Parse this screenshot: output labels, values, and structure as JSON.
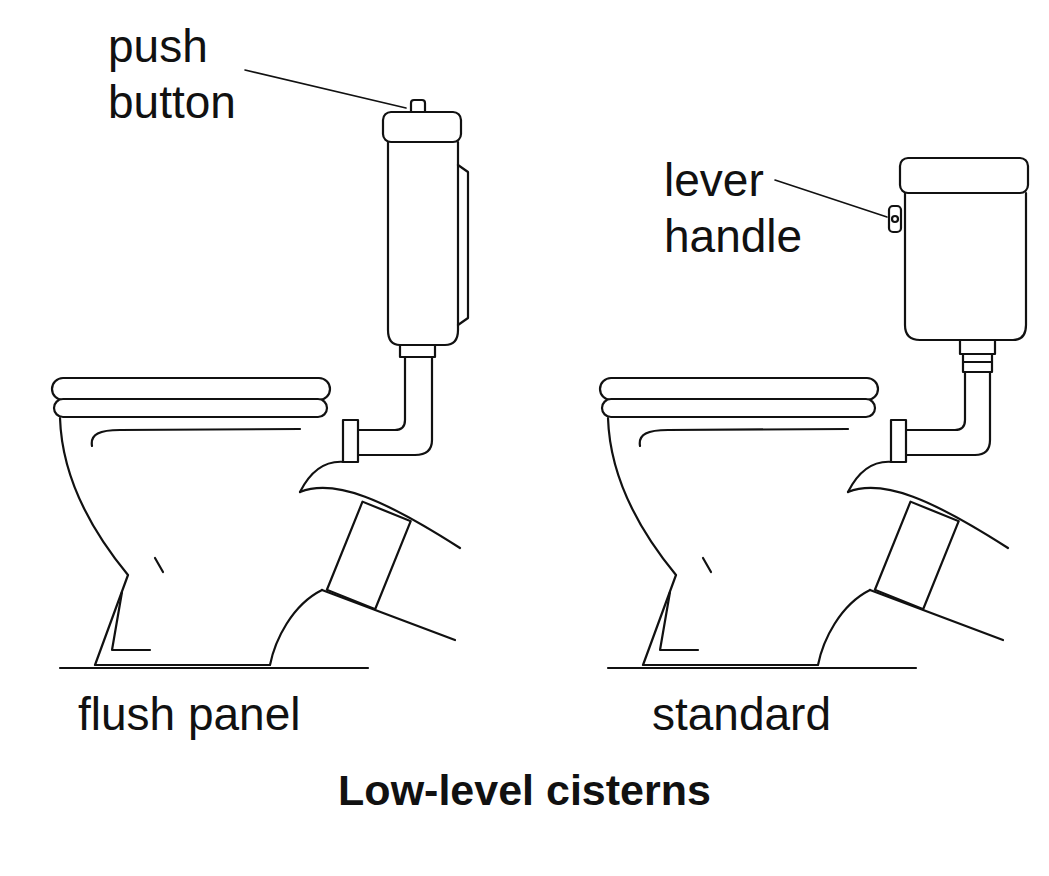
{
  "diagram": {
    "title": "Low-level cisterns",
    "labels": [
      "push button",
      "lever handle",
      "flush panel",
      "standard"
    ]
  }
}
